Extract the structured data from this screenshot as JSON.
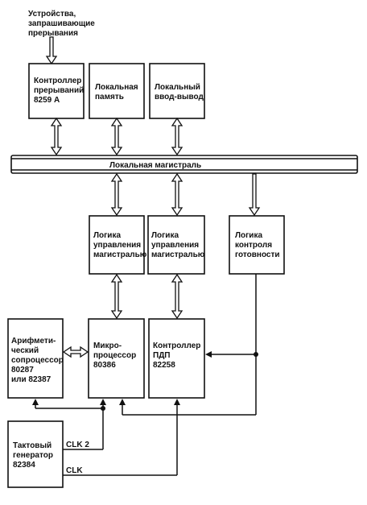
{
  "diagram": {
    "input_label": [
      "Устройства,",
      "запрашивающие",
      "прерывания"
    ],
    "blocks": {
      "interrupt_controller": [
        "Контроллер",
        "прерываний",
        "8259 А"
      ],
      "local_memory": [
        "Локальная",
        "память"
      ],
      "local_io": [
        "Локальный",
        "ввод-вывод"
      ],
      "bus_logic_1": [
        "Логика",
        "управления",
        "магистралью"
      ],
      "bus_logic_2": [
        "Логика",
        "управления",
        "магистралью"
      ],
      "ready_logic": [
        "Логика",
        "контроля",
        "готовности"
      ],
      "coprocessor": [
        "Арифмети-",
        "ческий",
        "сопроцессор",
        "80287",
        "или 82387"
      ],
      "microprocessor": [
        "Микро-",
        "процессор",
        "80386"
      ],
      "dma_controller": [
        "Контроллер",
        "ПДП",
        "82258"
      ],
      "clock_generator": [
        "Тактовый",
        "генератор",
        "82384"
      ]
    },
    "bus_label": "Локальная магистраль",
    "signals": {
      "clk2": "CLK 2",
      "clk": "CLK"
    }
  }
}
